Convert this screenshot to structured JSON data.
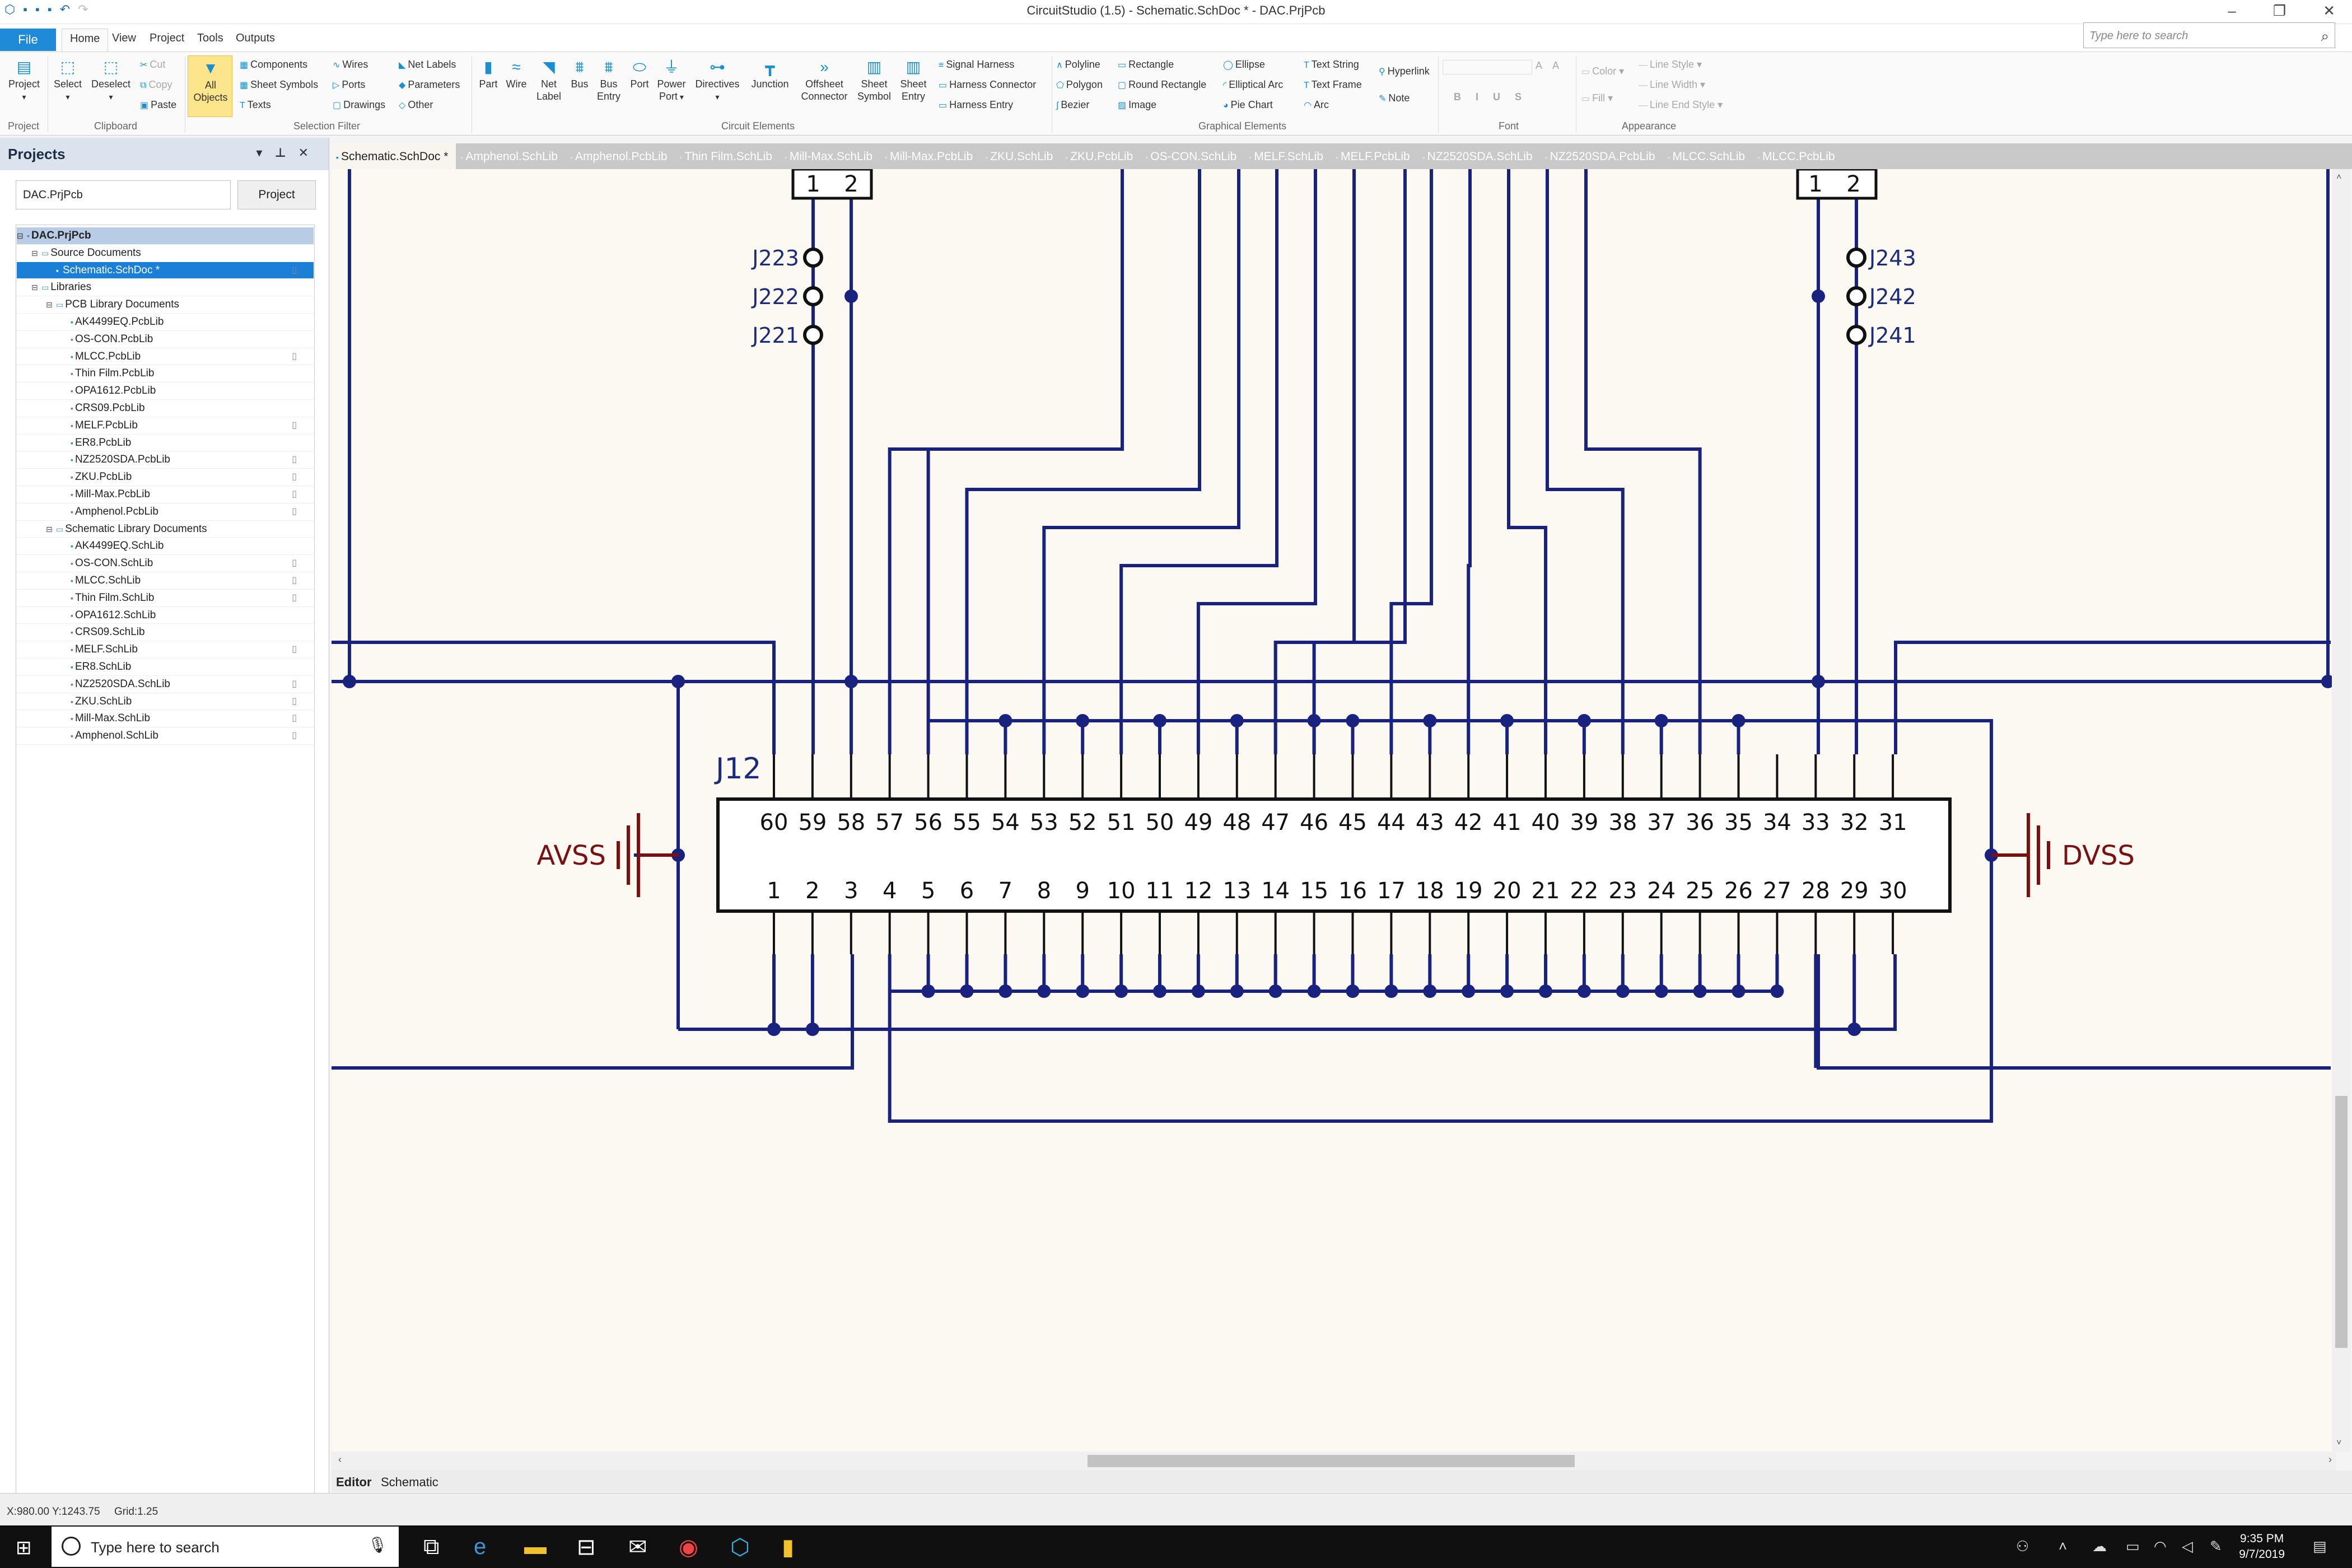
{
  "window": {
    "title": "CircuitStudio (1.5) - Schematic.SchDoc * - DAC.PrjPcb",
    "minimize": "–",
    "restore": "❐",
    "close": "✕"
  },
  "ribbon_tabs": {
    "file": "File",
    "home": "Home",
    "view": "View",
    "project": "Project",
    "tools": "Tools",
    "outputs": "Outputs"
  },
  "search": {
    "placeholder": "Type here to search"
  },
  "ribbon": {
    "project_group": {
      "project": "Project",
      "label": "Project"
    },
    "clipboard": {
      "select": "Select",
      "deselect": "Deselect",
      "cut": "Cut",
      "copy": "Copy",
      "paste": "Paste",
      "label": "Clipboard"
    },
    "selection_filter": {
      "all_objects_line1": "All",
      "all_objects_line2": "Objects",
      "components": "Components",
      "sheet_symbols": "Sheet Symbols",
      "texts": "Texts",
      "wires": "Wires",
      "ports": "Ports",
      "drawings": "Drawings",
      "net_labels": "Net Labels",
      "parameters": "Parameters",
      "other": "Other",
      "label": "Selection Filter"
    },
    "circuit_elements": {
      "part": "Part",
      "wire": "Wire",
      "net_label_1": "Net",
      "net_label_2": "Label",
      "bus": "Bus",
      "bus_entry_1": "Bus",
      "bus_entry_2": "Entry",
      "port": "Port",
      "power_port_1": "Power",
      "power_port_2": "Port",
      "directives": "Directives",
      "junction": "Junction",
      "offsheet_1": "Offsheet",
      "offsheet_2": "Connector",
      "sheet_symbol_1": "Sheet",
      "sheet_symbol_2": "Symbol",
      "sheet_entry_1": "Sheet",
      "sheet_entry_2": "Entry",
      "signal_harness": "Signal Harness",
      "harness_connector": "Harness Connector",
      "harness_entry": "Harness Entry",
      "label": "Circuit Elements"
    },
    "graphical_elements": {
      "polyline": "Polyline",
      "polygon": "Polygon",
      "bezier": "Bezier",
      "rectangle": "Rectangle",
      "round_rectangle": "Round Rectangle",
      "image": "Image",
      "ellipse": "Ellipse",
      "elliptical_arc": "Elliptical Arc",
      "pie_chart": "Pie Chart",
      "text_string": "Text String",
      "text_frame": "Text Frame",
      "arc": "Arc",
      "hyperlink": "Hyperlink",
      "note": "Note",
      "label": "Graphical Elements"
    },
    "font": {
      "label": "Font"
    },
    "appearance": {
      "color": "Color",
      "fill": "Fill",
      "line_style": "Line Style",
      "line_width": "Line Width",
      "line_end_style": "Line End Style",
      "label": "Appearance"
    }
  },
  "projects_panel": {
    "title": "Projects",
    "project_value": "DAC.PrjPcb",
    "project_button": "Project",
    "tree": [
      {
        "label": "DAC.PrjPcb",
        "level": 0,
        "kind": "root"
      },
      {
        "label": "Source Documents",
        "level": 1,
        "kind": "folder"
      },
      {
        "label": "Schematic.SchDoc *",
        "level": 2,
        "kind": "selected"
      },
      {
        "label": "Libraries",
        "level": 1,
        "kind": "folder"
      },
      {
        "label": "PCB Library Documents",
        "level": 2,
        "kind": "folder"
      },
      {
        "label": "AK4499EQ.PcbLib",
        "level": 3,
        "kind": "file"
      },
      {
        "label": "OS-CON.PcbLib",
        "level": 3,
        "kind": "file"
      },
      {
        "label": "MLCC.PcbLib",
        "level": 3,
        "kind": "file",
        "doc": true
      },
      {
        "label": "Thin Film.PcbLib",
        "level": 3,
        "kind": "file"
      },
      {
        "label": "OPA1612.PcbLib",
        "level": 3,
        "kind": "file"
      },
      {
        "label": "CRS09.PcbLib",
        "level": 3,
        "kind": "file"
      },
      {
        "label": "MELF.PcbLib",
        "level": 3,
        "kind": "file",
        "doc": true
      },
      {
        "label": "ER8.PcbLib",
        "level": 3,
        "kind": "file"
      },
      {
        "label": "NZ2520SDA.PcbLib",
        "level": 3,
        "kind": "file",
        "doc": true
      },
      {
        "label": "ZKU.PcbLib",
        "level": 3,
        "kind": "file",
        "doc": true
      },
      {
        "label": "Mill-Max.PcbLib",
        "level": 3,
        "kind": "file",
        "doc": true
      },
      {
        "label": "Amphenol.PcbLib",
        "level": 3,
        "kind": "file",
        "doc": true
      },
      {
        "label": "Schematic Library Documents",
        "level": 2,
        "kind": "folder"
      },
      {
        "label": "AK4499EQ.SchLib",
        "level": 3,
        "kind": "file"
      },
      {
        "label": "OS-CON.SchLib",
        "level": 3,
        "kind": "file",
        "doc": true
      },
      {
        "label": "MLCC.SchLib",
        "level": 3,
        "kind": "file",
        "doc": true
      },
      {
        "label": "Thin Film.SchLib",
        "level": 3,
        "kind": "file",
        "doc": true
      },
      {
        "label": "OPA1612.SchLib",
        "level": 3,
        "kind": "file"
      },
      {
        "label": "CRS09.SchLib",
        "level": 3,
        "kind": "file"
      },
      {
        "label": "MELF.SchLib",
        "level": 3,
        "kind": "file",
        "doc": true
      },
      {
        "label": "ER8.SchLib",
        "level": 3,
        "kind": "file"
      },
      {
        "label": "NZ2520SDA.SchLib",
        "level": 3,
        "kind": "file",
        "doc": true
      },
      {
        "label": "ZKU.SchLib",
        "level": 3,
        "kind": "file",
        "doc": true
      },
      {
        "label": "Mill-Max.SchLib",
        "level": 3,
        "kind": "file",
        "doc": true
      },
      {
        "label": "Amphenol.SchLib",
        "level": 3,
        "kind": "file",
        "doc": true
      }
    ]
  },
  "doc_tabs": [
    {
      "label": "Schematic.SchDoc *",
      "active": true
    },
    {
      "label": "Amphenol.SchLib"
    },
    {
      "label": "Amphenol.PcbLib"
    },
    {
      "label": "Thin Film.SchLib"
    },
    {
      "label": "Mill-Max.SchLib"
    },
    {
      "label": "Mill-Max.PcbLib"
    },
    {
      "label": "ZKU.SchLib"
    },
    {
      "label": "ZKU.PcbLib"
    },
    {
      "label": "OS-CON.SchLib"
    },
    {
      "label": "MELF.SchLib"
    },
    {
      "label": "MELF.PcbLib"
    },
    {
      "label": "NZ2520SDA.SchLib"
    },
    {
      "label": "NZ2520SDA.PcbLib"
    },
    {
      "label": "MLCC.SchLib"
    },
    {
      "label": "MLCC.PcbLib"
    }
  ],
  "schematic": {
    "part_designator": "J12",
    "top_pins": [
      "60",
      "59",
      "58",
      "57",
      "56",
      "55",
      "54",
      "53",
      "52",
      "51",
      "50",
      "49",
      "48",
      "47",
      "46",
      "45",
      "44",
      "43",
      "42",
      "41",
      "40",
      "39",
      "38",
      "37",
      "36",
      "35",
      "34",
      "33",
      "32",
      "31"
    ],
    "bottom_pins": [
      "1",
      "2",
      "3",
      "4",
      "5",
      "6",
      "7",
      "8",
      "9",
      "10",
      "11",
      "12",
      "13",
      "14",
      "15",
      "16",
      "17",
      "18",
      "19",
      "20",
      "21",
      "22",
      "23",
      "24",
      "25",
      "26",
      "27",
      "28",
      "29",
      "30"
    ],
    "left_jumpers": [
      "J223",
      "J222",
      "J221"
    ],
    "right_jumpers": [
      "J243",
      "J242",
      "J241"
    ],
    "header_pins": [
      "1",
      "2"
    ],
    "avss": "AVSS",
    "dvss": "DVSS",
    "wire_color": "#1a2280",
    "power_color": "#7a1010"
  },
  "editor_tabs": {
    "editor": "Editor",
    "schematic": "Schematic"
  },
  "status": {
    "coords": "X:980.00 Y:1243.75",
    "grid": "Grid:1.25"
  },
  "taskbar": {
    "search_placeholder": "Type here to search",
    "time": "9:35 PM",
    "date": "9/7/2019"
  }
}
